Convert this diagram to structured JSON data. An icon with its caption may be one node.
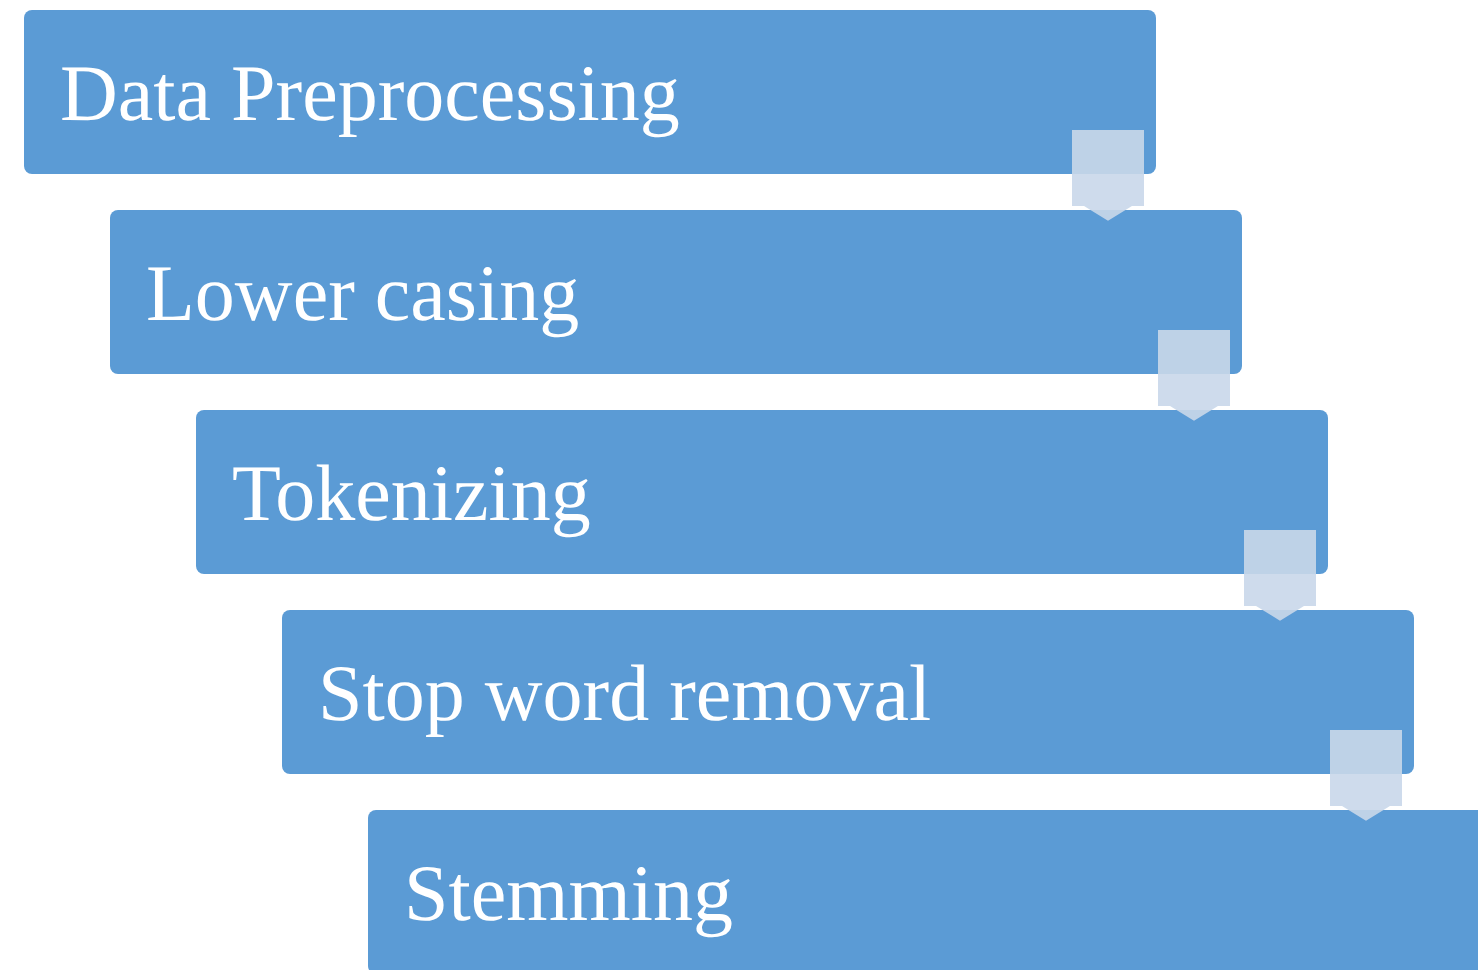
{
  "diagram": {
    "nodes": [
      {
        "text": [
          "Data Preprocessing"
        ]
      },
      {
        "text": [
          "Lower casing"
        ]
      },
      {
        "text": [
          "Tokenizing"
        ]
      },
      {
        "text": [
          "Stop word removal"
        ]
      },
      {
        "text": [
          "Stemming"
        ]
      }
    ],
    "edges": [
      {
        "from": 0,
        "to": 1,
        "arrow": "to"
      },
      {
        "from": 1,
        "to": 2,
        "arrow": "to"
      },
      {
        "from": 2,
        "to": 3,
        "arrow": "to"
      },
      {
        "from": 3,
        "to": 4,
        "arrow": "to"
      }
    ]
  }
}
